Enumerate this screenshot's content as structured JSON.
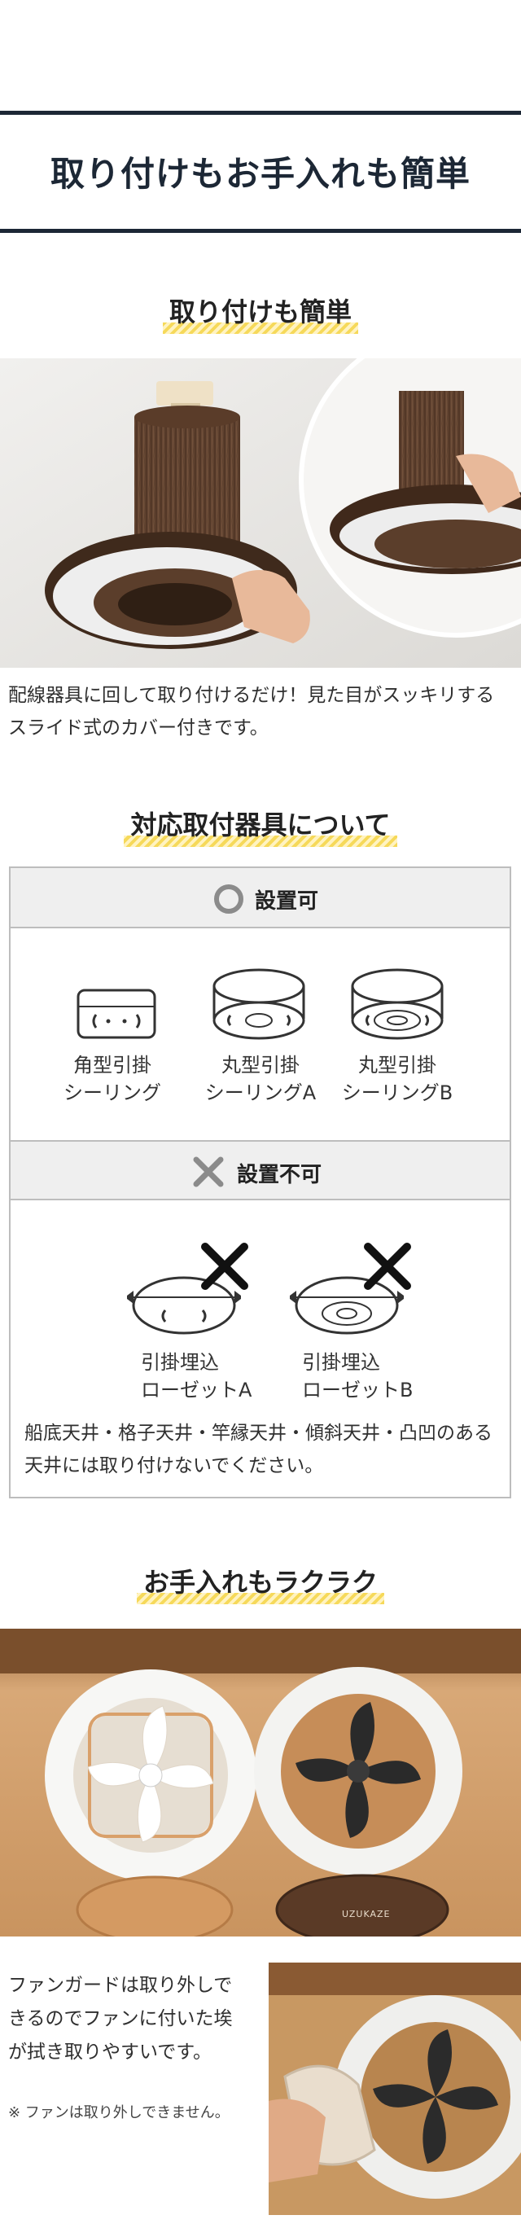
{
  "header": {
    "title": "取り付けもお手入れも簡単"
  },
  "install": {
    "heading": "取り付けも簡単",
    "description": "配線器具に回して取り付けるだけ！見た目がスッキリするスライド式のカバー付きです。"
  },
  "compat": {
    "heading": "対応取付器具について",
    "ok_label": "設置可",
    "ng_label": "設置不可",
    "ok_items": [
      {
        "line1": "角型引掛",
        "line2": "シーリング"
      },
      {
        "line1": "丸型引掛",
        "line2": "シーリングA"
      },
      {
        "line1": "丸型引掛",
        "line2": "シーリングB"
      }
    ],
    "ng_items": [
      {
        "line1": "引掛埋込",
        "line2": "ローゼットA"
      },
      {
        "line1": "引掛埋込",
        "line2": "ローゼットB"
      }
    ],
    "note": "船底天井・格子天井・竿縁天井・傾斜天井・凸凹のある天井には取り付けないでください。"
  },
  "care": {
    "heading": "お手入れもラクラク",
    "description": "ファンガードは取り外しできるのでファンに付いた埃が拭き取りやすいです。",
    "footnote": "※ ファンは取り外しできません。",
    "brand": "UZUKAZE"
  },
  "colors": {
    "navy": "#1c2735",
    "highlight": "#f6d95a",
    "wood": "#6b4a33",
    "border": "#bdbdbd"
  }
}
